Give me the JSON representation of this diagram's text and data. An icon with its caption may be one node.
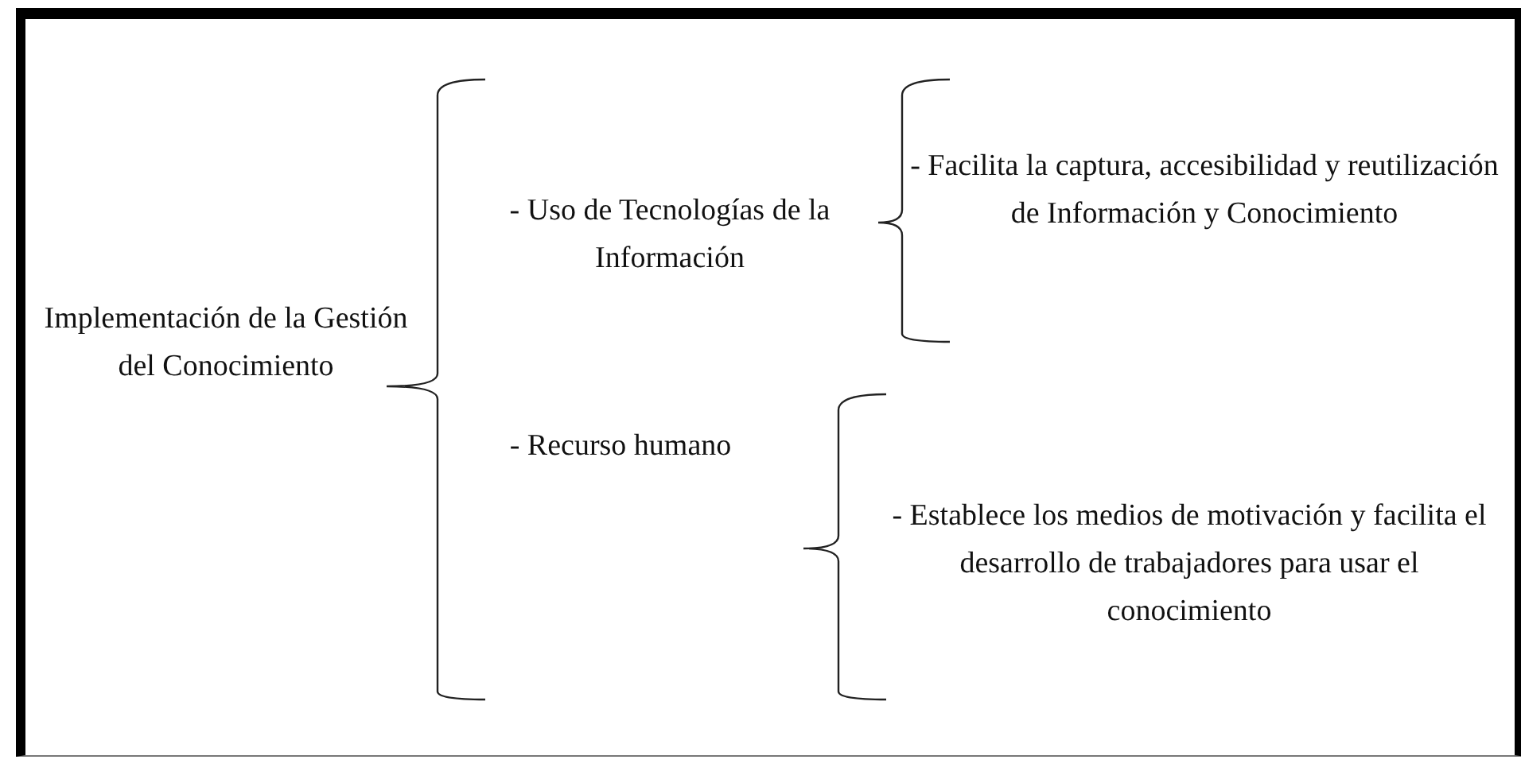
{
  "diagram": {
    "nodes": [
      {
        "text": [
          "Implementación de la Gestión del Conocimiento"
        ]
      },
      {
        "text": [
          "- Uso de Tecnologías de la Información"
        ]
      },
      {
        "text": [
          "- Facilita la captura, accesibilidad y reutilización de Información y Conocimiento"
        ]
      },
      {
        "text": [
          "- Recurso humano"
        ]
      },
      {
        "text": [
          "- Establece los medios de motivación y facilita el desarrollo de trabajadores para usar el conocimiento"
        ]
      }
    ]
  }
}
